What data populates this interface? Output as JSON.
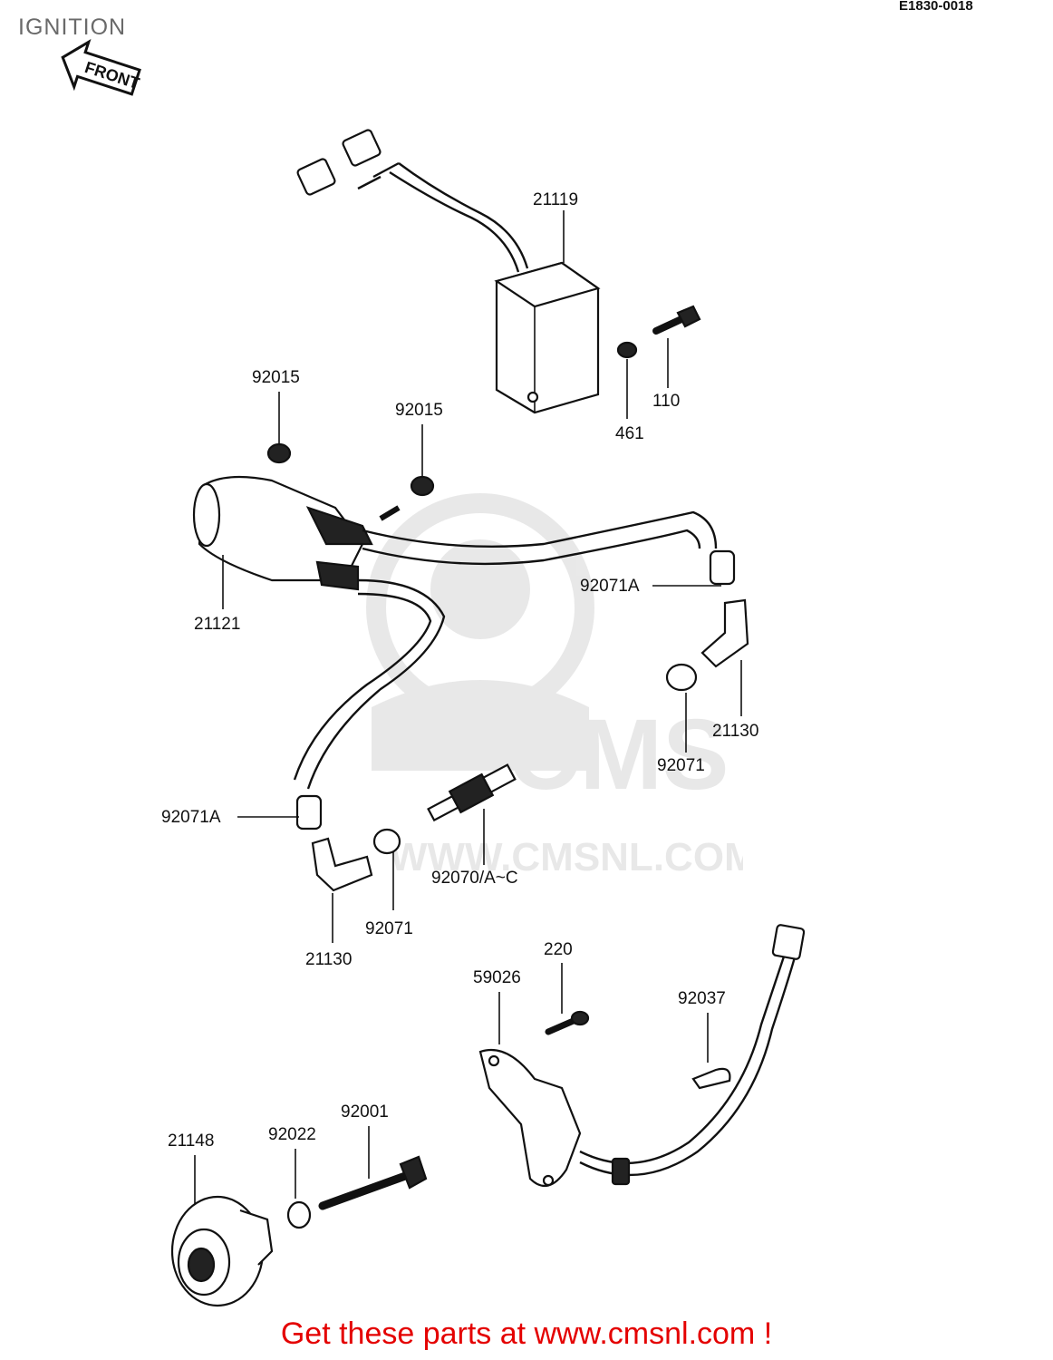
{
  "title": "IGNITION",
  "ref_code": "E1830-0018",
  "front_marker": "FRONT",
  "watermark": {
    "logo": "CMS",
    "url": "WWW.CMSNL.COM"
  },
  "parts": [
    {
      "id": "p21119",
      "number": "21119"
    },
    {
      "id": "p110",
      "number": "110"
    },
    {
      "id": "p461",
      "number": "461"
    },
    {
      "id": "p92015a",
      "number": "92015"
    },
    {
      "id": "p92015b",
      "number": "92015"
    },
    {
      "id": "p21121",
      "number": "21121"
    },
    {
      "id": "p92071Aa",
      "number": "92071A"
    },
    {
      "id": "p21130a",
      "number": "21130"
    },
    {
      "id": "p92071a",
      "number": "92071"
    },
    {
      "id": "p92071Ab",
      "number": "92071A"
    },
    {
      "id": "p92070",
      "number": "92070/A~C"
    },
    {
      "id": "p92071b",
      "number": "92071"
    },
    {
      "id": "p21130b",
      "number": "21130"
    },
    {
      "id": "p220",
      "number": "220"
    },
    {
      "id": "p59026",
      "number": "59026"
    },
    {
      "id": "p92037",
      "number": "92037"
    },
    {
      "id": "p92001",
      "number": "92001"
    },
    {
      "id": "p21148",
      "number": "21148"
    },
    {
      "id": "p92022",
      "number": "92022"
    }
  ],
  "footer": "Get these parts at www.cmsnl.com !"
}
